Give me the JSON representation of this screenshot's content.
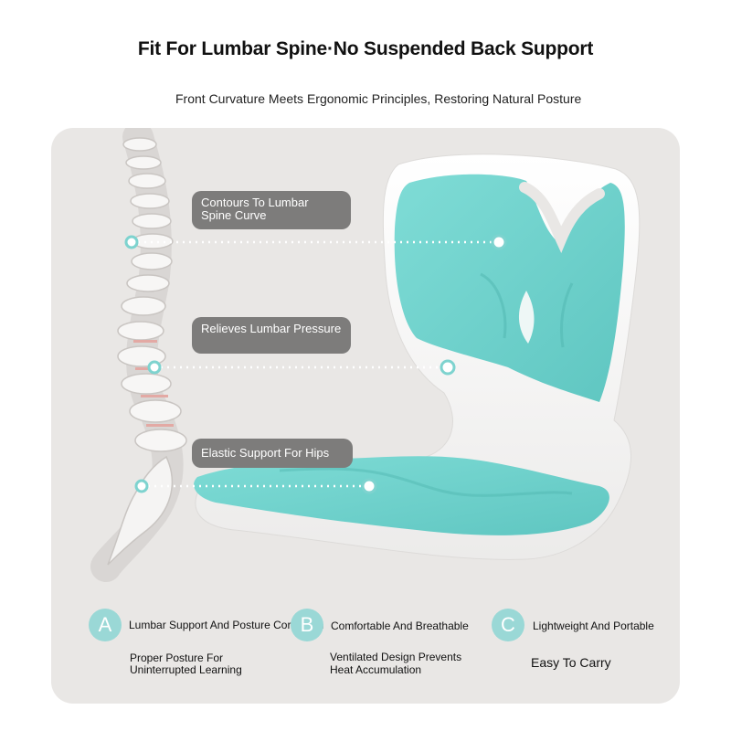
{
  "header": {
    "title": "Fit For Lumbar Spine·No Suspended Back Support",
    "subtitle": "Front Curvature Meets Ergonomic Principles, Restoring Natural Posture"
  },
  "callouts": [
    {
      "label": "Contours To Lumbar Spine Curve"
    },
    {
      "label": "Relieves Lumbar Pressure"
    },
    {
      "label": "Elastic Support For Hips"
    }
  ],
  "features": [
    {
      "badge": "A",
      "title": "Lumbar Support And Posture Correction",
      "desc_line1": "Proper Posture For",
      "desc_line2": "Uninterrupted Learning"
    },
    {
      "badge": "B",
      "title": "Comfortable And Breathable",
      "desc_line1": "Ventilated Design Prevents",
      "desc_line2": "Heat Accumulation"
    },
    {
      "badge": "C",
      "title": "Lightweight And Portable",
      "desc_line1": "Easy To Carry",
      "desc_line2": ""
    }
  ],
  "colors": {
    "accent": "#7ed3cf",
    "badge": "#9ad8d6",
    "panel": "#e9e7e5",
    "pill": "#7d7c7b"
  }
}
